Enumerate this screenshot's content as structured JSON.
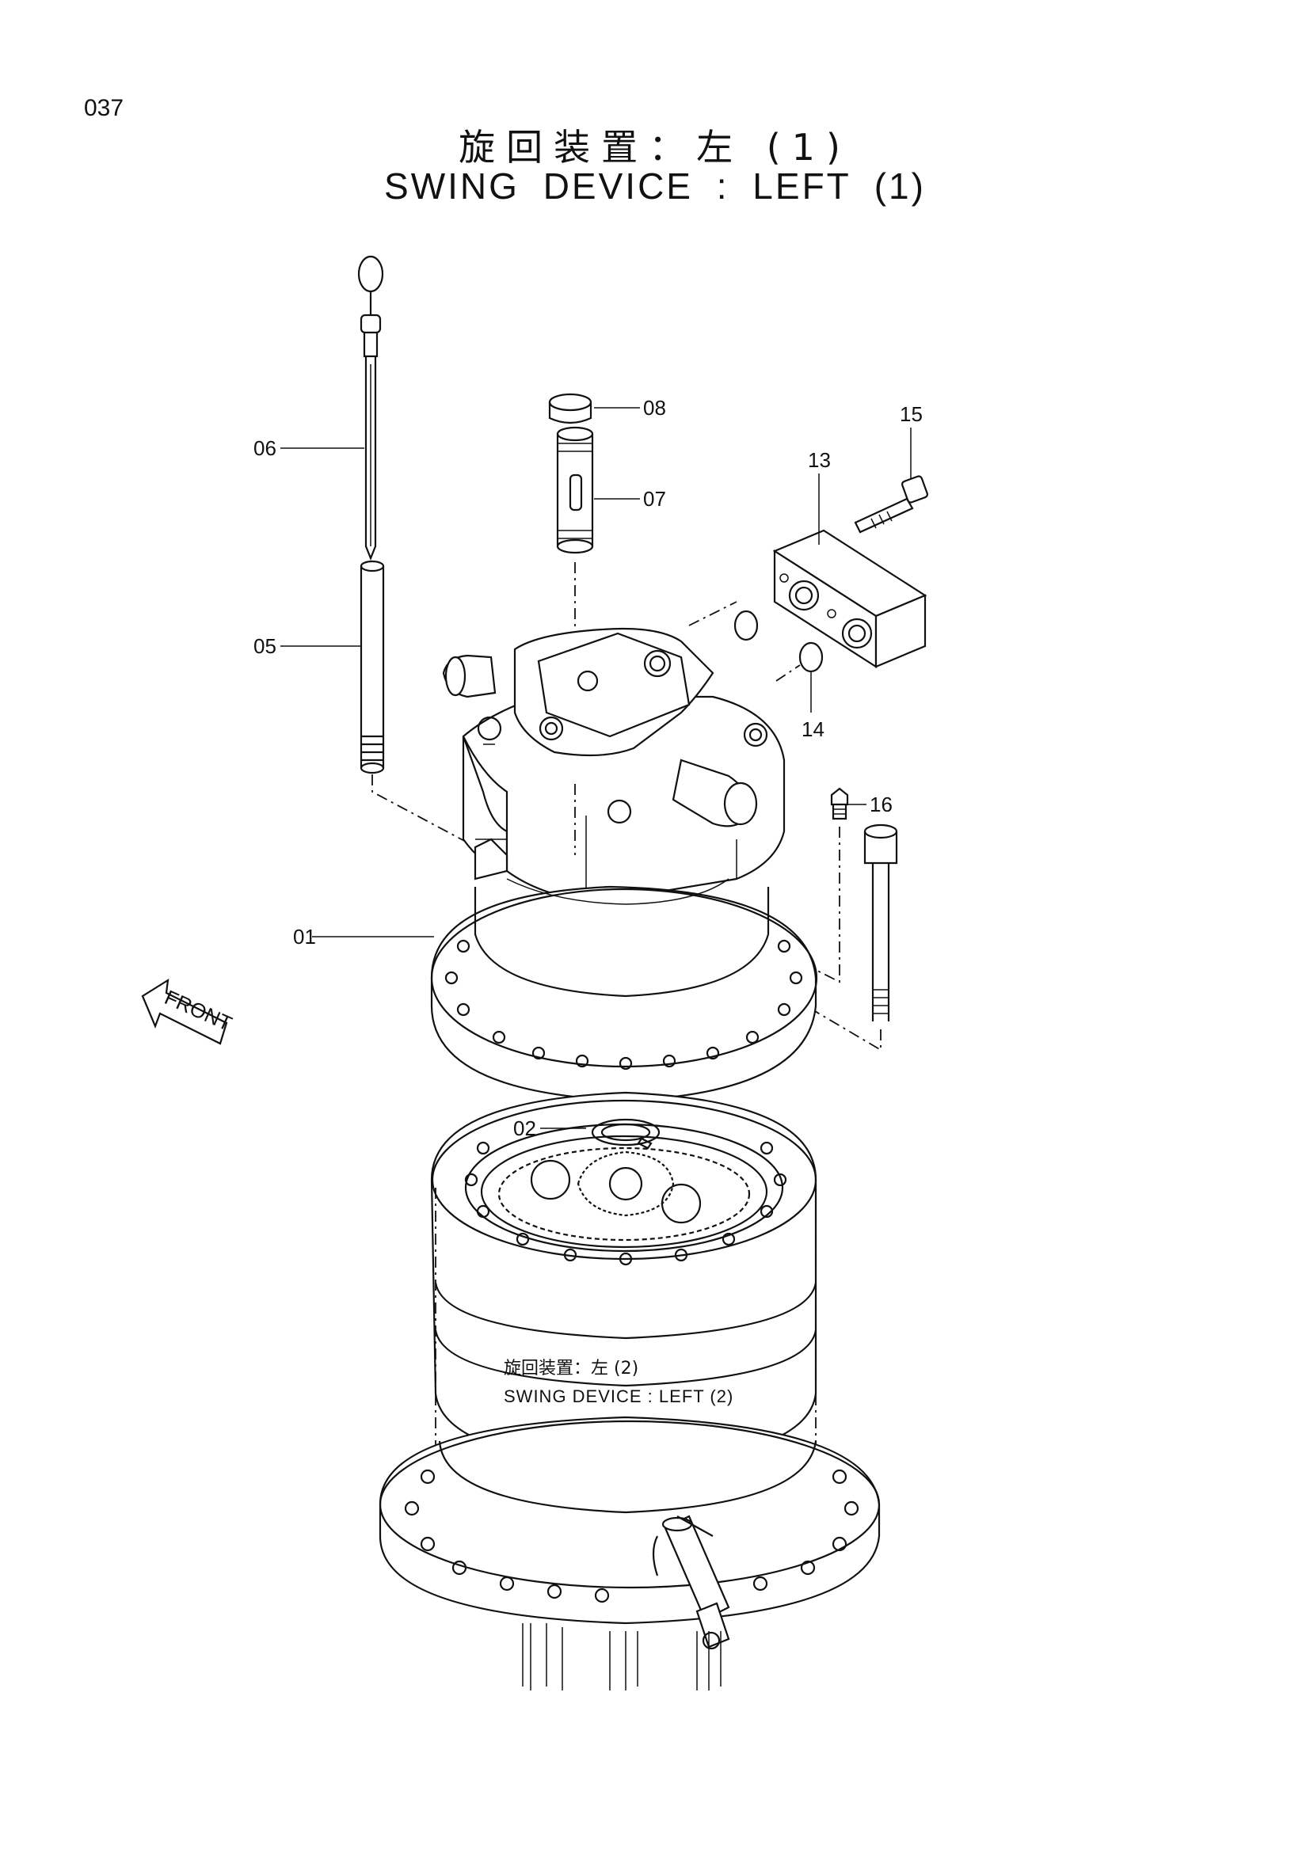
{
  "page": {
    "number": "037"
  },
  "title": {
    "japanese": "旋回装置：左 (1)",
    "english": "SWING DEVICE : LEFT (1)"
  },
  "callouts": [
    "01",
    "02",
    "05",
    "06",
    "07",
    "08",
    "13",
    "14",
    "15",
    "16"
  ],
  "front_indicator": "FRONT",
  "inner_reference": {
    "japanese": "旋回装置：左 (2)",
    "english": "SWING DEVICE : LEFT (2)"
  }
}
